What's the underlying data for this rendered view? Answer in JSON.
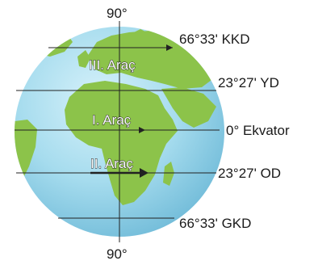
{
  "diagram": {
    "north_pole_label": "90°",
    "south_pole_label": "90°",
    "latitudes": {
      "arctic_circle": "66°33' KKD",
      "tropic_of_cancer": "23°27' YD",
      "equator": "0° Ekvator",
      "tropic_of_capricorn": "23°27' OD",
      "antarctic_circle": "66°33' GKD"
    },
    "vehicles": {
      "vehicle_3": "III. Araç",
      "vehicle_1": "I. Araç",
      "vehicle_2": "II. Araç"
    },
    "colors": {
      "ocean": "#8fcfe6",
      "ocean_light": "#cfeef8",
      "land": "#8cc34a",
      "land_dark": "#6ea83a",
      "lines": "#222222"
    }
  }
}
